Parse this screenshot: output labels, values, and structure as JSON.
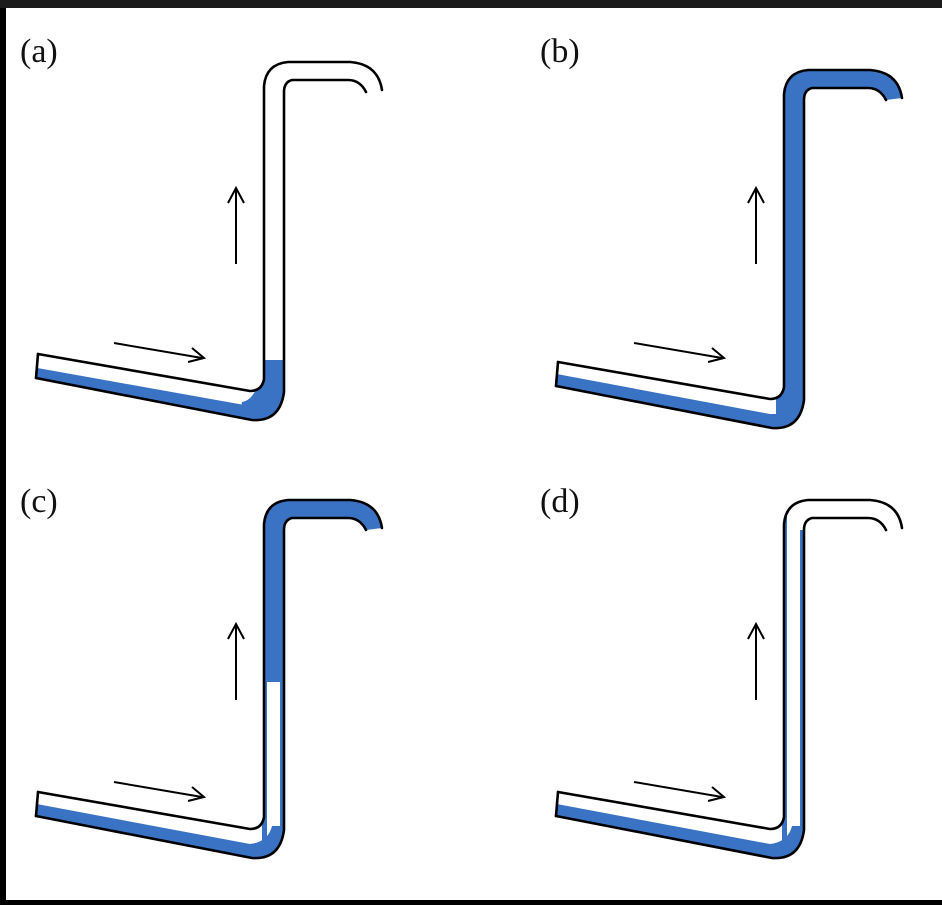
{
  "colors": {
    "water": "#3a73c4",
    "outline": "#000000",
    "background": "#ffffff"
  },
  "panels": [
    {
      "id": "a",
      "label": "(a)",
      "fill_state": "horizontal-bottom-film-and-bend-slug"
    },
    {
      "id": "b",
      "label": "(b)",
      "fill_state": "riser-full-and-outlet-flowing"
    },
    {
      "id": "c",
      "label": "(c)",
      "fill_state": "riser-upper-full-lower-film"
    },
    {
      "id": "d",
      "label": "(d)",
      "fill_state": "riser-wall-film-only"
    }
  ]
}
